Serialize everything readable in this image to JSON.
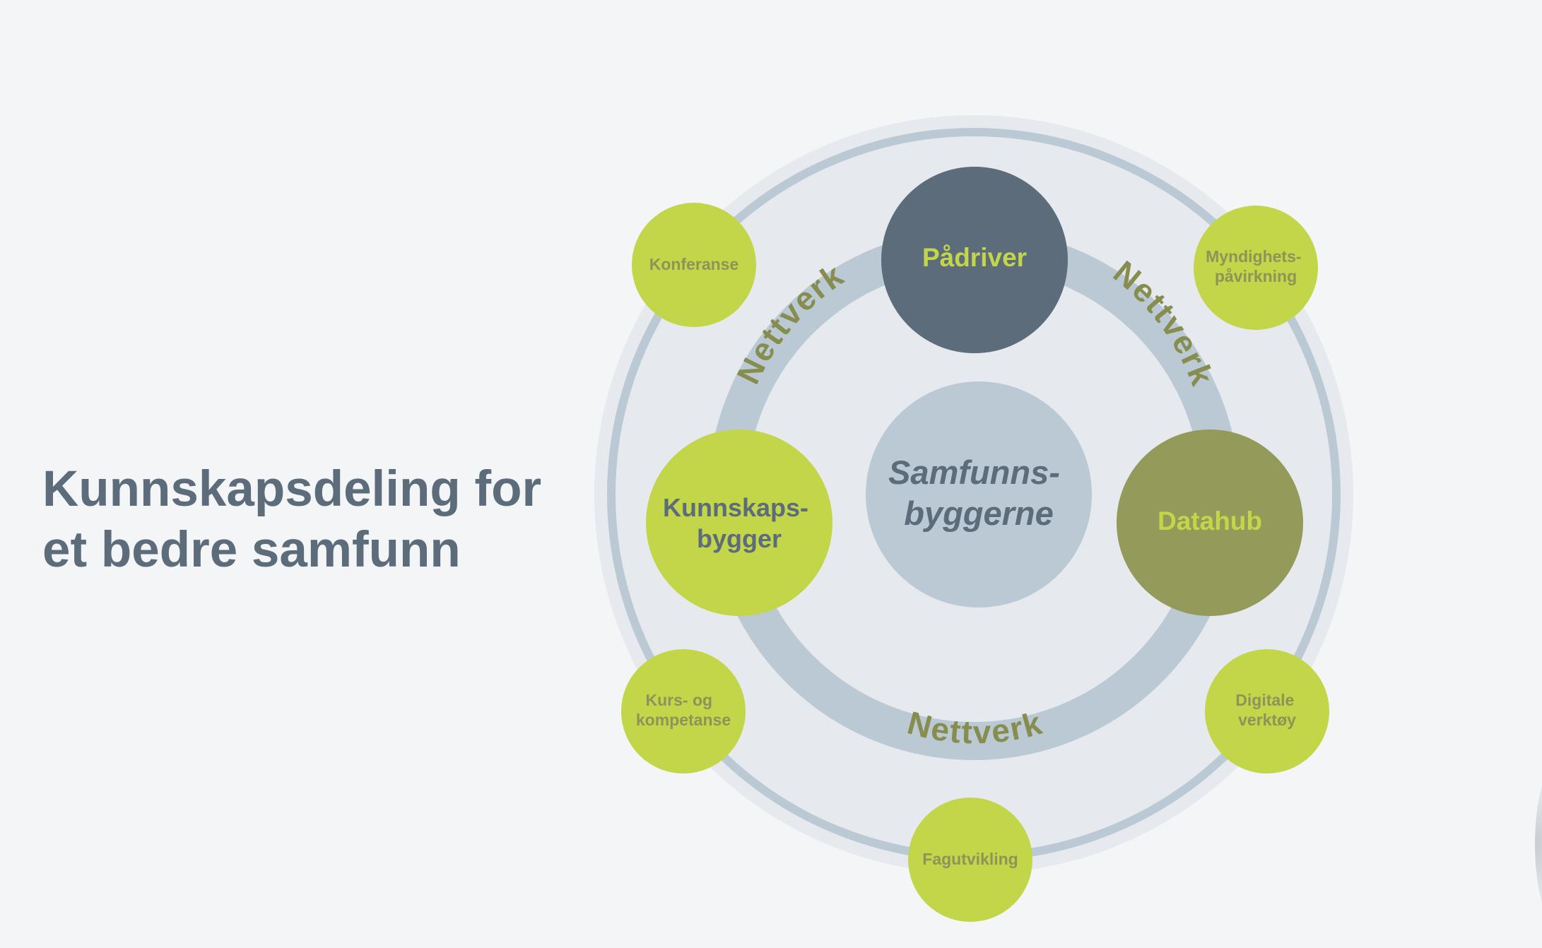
{
  "title": {
    "line1": "Kunnskapsdeling for",
    "line2": "et bedre samfunn"
  },
  "diagram": {
    "center": {
      "line1": "Samfunns-",
      "line2": "byggerne"
    },
    "ring_label": "Nettverk",
    "roles": {
      "top": "Pådriver",
      "left": {
        "line1": "Kunnskaps-",
        "line2": "bygger"
      },
      "right": "Datahub"
    },
    "activities": {
      "konferanse": "Konferanse",
      "myndighet": {
        "line1": "Myndighets-",
        "line2": "påvirkning"
      },
      "kurs": {
        "line1": "Kurs- og",
        "line2": "kompetanse"
      },
      "digitale": {
        "line1": "Digitale",
        "line2": "verktøy"
      },
      "fagutvikling": "Fagutvikling"
    }
  },
  "colors": {
    "background": "#f3f5f7",
    "title_text": "#5c6c7a",
    "outer_disc": "#e6eaee",
    "outer_ring": "#bac9d4",
    "network_ring": "#bac9d4",
    "center_disc": "#bac9d4",
    "center_text": "#5c6c7a",
    "lime": "#c3d649",
    "olive": "#949a59",
    "slate": "#5c6c7a",
    "network_text": "#878d4e",
    "activity_text": "#8d9457"
  }
}
